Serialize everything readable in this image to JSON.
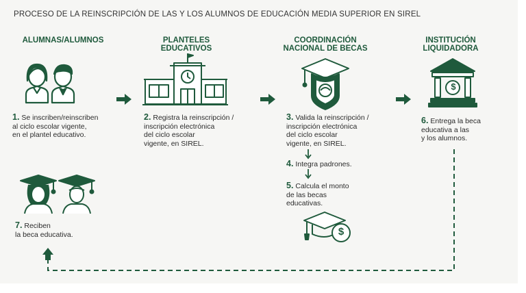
{
  "title": "PROCESO DE LA REINSCRIPCIÓN DE LAS Y LOS ALUMNOS DE EDUCACIÓN MEDIA SUPERIOR EN SIREL",
  "actors": [
    {
      "line1": "ALUMNAS/ALUMNOS",
      "line2": ""
    },
    {
      "line1": "PLANTELES",
      "line2": "EDUCATIVOS"
    },
    {
      "line1": "COORDINACIÓN",
      "line2": "NACIONAL DE BECAS"
    },
    {
      "line1": "INSTITUCIÓN",
      "line2": "LIQUIDADORA"
    }
  ],
  "steps": [
    {
      "num": "1.",
      "lines": [
        "Se inscriben/reinscriben",
        "al ciclo escolar vigente,",
        "en el plantel educativo."
      ]
    },
    {
      "num": "2.",
      "lines": [
        "Registra la reinscripción /",
        "inscripción electrónica",
        "del ciclo escolar",
        "vigente, en SIREL."
      ]
    },
    {
      "num": "3.",
      "lines": [
        "Valida la reinscripción /",
        "inscripción electrónica",
        "del ciclo escolar",
        "vigente, en SIREL."
      ]
    },
    {
      "num": "4.",
      "lines": [
        "Integra padrones."
      ]
    },
    {
      "num": "5.",
      "lines": [
        "Calcula el monto",
        "de las becas",
        "educativas."
      ]
    },
    {
      "num": "6.",
      "lines": [
        "Entrega la beca",
        "educativa a las",
        "y los alumnos."
      ]
    },
    {
      "num": "7.",
      "lines": [
        "Reciben",
        "la beca educativa."
      ]
    }
  ],
  "colors": {
    "primary": "#1f5a3c",
    "background": "#f6f6f4"
  },
  "icons": [
    "students-icon",
    "school-building-icon",
    "graduation-shield-icon",
    "bank-icon",
    "graduates-icon",
    "graduation-cap-money-icon"
  ]
}
